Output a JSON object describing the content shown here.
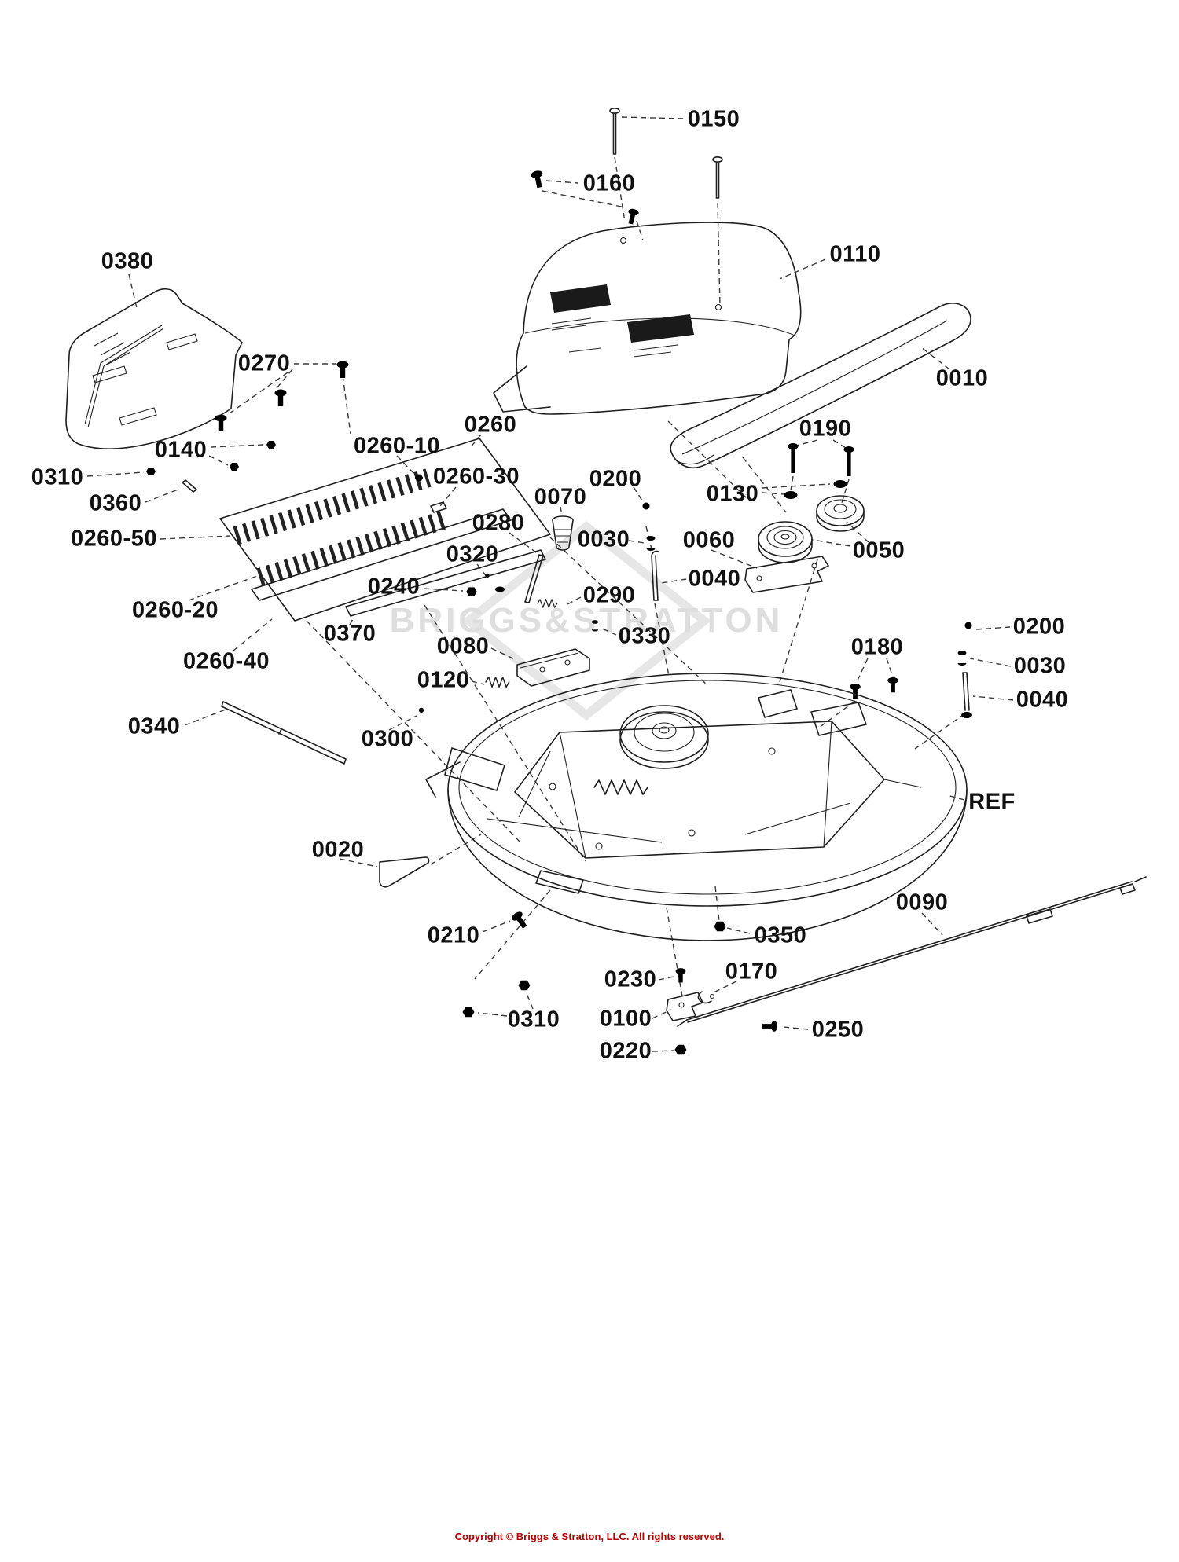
{
  "diagram": {
    "watermark": "BRIGGS&STRATTON",
    "copyright": "Copyright © Briggs & Stratton, LLC. All rights reserved."
  },
  "colors": {
    "line": "#1f1f1f",
    "label_text": "#111111",
    "watermark": "#dedede",
    "copyright_text": "#b30000"
  },
  "labels": {
    "p0150": "0150",
    "p0160": "0160",
    "p0380": "0380",
    "p0110": "0110",
    "p0010": "0010",
    "p0270": "0270",
    "p0140": "0140",
    "p0310a": "0310",
    "p0360": "0360",
    "p0260": "0260",
    "p0260_10": "0260-10",
    "p0260_30": "0260-30",
    "p0260_50": "0260-50",
    "p0260_20": "0260-20",
    "p0260_40": "0260-40",
    "p0070": "0070",
    "p0200a": "0200",
    "p0130": "0130",
    "p0190": "0190",
    "p0030a": "0030",
    "p0060": "0060",
    "p0050": "0050",
    "p0280": "0280",
    "p0320": "0320",
    "p0240": "0240",
    "p0290": "0290",
    "p0040a": "0040",
    "p0370": "0370",
    "p0330": "0330",
    "p0080": "0080",
    "p0120": "0120",
    "p0200b": "0200",
    "p0030b": "0030",
    "p0040b": "0040",
    "p0180": "0180",
    "p0340": "0340",
    "p0300": "0300",
    "p0020": "0020",
    "pREF": "REF",
    "p0210": "0210",
    "p0350": "0350",
    "p0090": "0090",
    "p0230": "0230",
    "p0170": "0170",
    "p0310b": "0310",
    "p0100": "0100",
    "p0250": "0250",
    "p0220": "0220"
  }
}
